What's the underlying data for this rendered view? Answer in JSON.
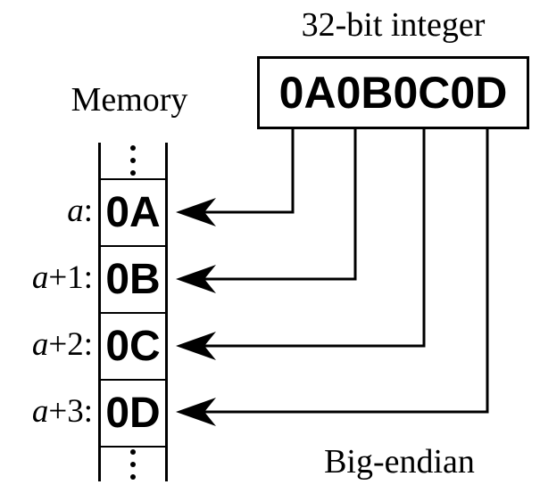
{
  "colors": {
    "ink": "#000000",
    "background": "#ffffff"
  },
  "integer_box": {
    "title": "32-bit integer",
    "value": "0A0B0C0D"
  },
  "memory": {
    "label": "Memory",
    "cells": [
      {
        "address_var": "a",
        "address_suffix": ":",
        "value": "0A"
      },
      {
        "address_var": "a",
        "address_suffix": "+1:",
        "value": "0B"
      },
      {
        "address_var": "a",
        "address_suffix": "+2:",
        "value": "0C"
      },
      {
        "address_var": "a",
        "address_suffix": "+3:",
        "value": "0D"
      }
    ]
  },
  "arrows": [
    {
      "from_byte": "0A",
      "to_address": "a"
    },
    {
      "from_byte": "0B",
      "to_address": "a+1"
    },
    {
      "from_byte": "0C",
      "to_address": "a+2"
    },
    {
      "from_byte": "0D",
      "to_address": "a+3"
    }
  ],
  "footer": {
    "label": "Big-endian"
  }
}
